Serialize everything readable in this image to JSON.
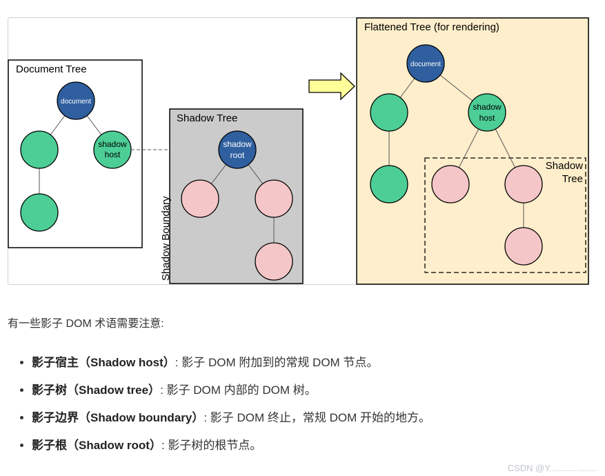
{
  "diagram": {
    "document_tree": {
      "label": "Document Tree",
      "root_label": "document",
      "host_label_lines": [
        "shadow",
        "host"
      ]
    },
    "shadow_tree": {
      "label": "Shadow Tree",
      "root_label_lines": [
        "shadow",
        "root"
      ],
      "boundary_label": "Shadow Boundary"
    },
    "flattened_tree": {
      "label": "Flattened Tree (for rendering)",
      "root_label": "document",
      "host_label_lines": [
        "shadow",
        "host"
      ],
      "shadow_tree_label_lines": [
        "Shadow",
        "Tree"
      ]
    },
    "colors": {
      "document_node": "#2f5f9f",
      "light_node": "#4cce96",
      "shadow_node": "#f5c6c8",
      "shadow_tree_bg": "#cbcbcb",
      "flattened_bg": "#ffeecb",
      "arrow_fill": "#ffff99"
    }
  },
  "intro": "有一些影子 DOM 术语需要注意:",
  "terms": [
    {
      "term": "影子宿主（Shadow host）",
      "desc": ": 影子 DOM 附加到的常规 DOM 节点。"
    },
    {
      "term": "影子树（Shadow tree）",
      "desc": ": 影子 DOM 内部的 DOM 树。"
    },
    {
      "term": "影子边界（Shadow boundary）",
      "desc": ": 影子 DOM 终止，常规 DOM 开始的地方。"
    },
    {
      "term": "影子根（Shadow root）",
      "desc": ": 影子树的根节点。"
    }
  ],
  "watermark": "CSDN @Y..................."
}
